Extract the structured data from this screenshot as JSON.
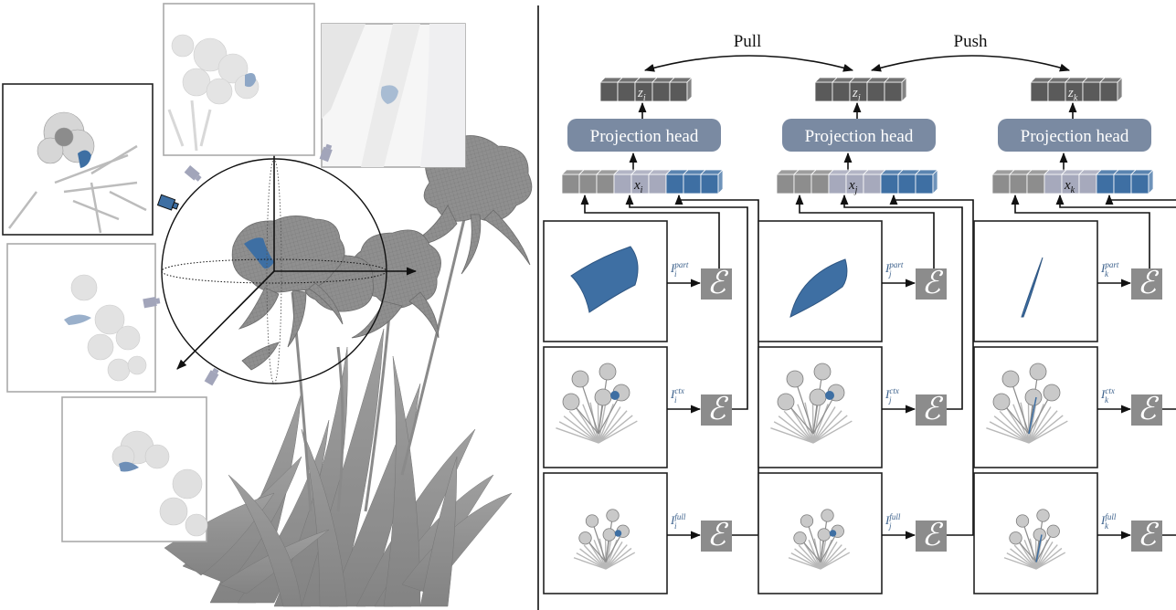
{
  "colors": {
    "blue": "#3e6fa3",
    "gray_cell": "#8d8d8d",
    "lav_cell": "#a6a9bc",
    "dark_cell": "#5a5a5a",
    "proj_head": "#7a8aa2",
    "encoder": "#8c8c8c",
    "label": "#3a5f8a"
  },
  "top": {
    "pull_label": "Pull",
    "push_label": "Push"
  },
  "columns": [
    {
      "id": "i",
      "z_label": "z",
      "z_sub": "i",
      "proj_label": "Projection head",
      "x_label": "x",
      "x_sub": "i",
      "inputs": [
        {
          "I": "I",
          "sub": "i",
          "sup": "part",
          "kind": "part"
        },
        {
          "I": "I",
          "sub": "i",
          "sup": "ctx",
          "kind": "ctx"
        },
        {
          "I": "I",
          "sub": "i",
          "sup": "full",
          "kind": "full"
        }
      ],
      "encoder_glyph": "ℰ"
    },
    {
      "id": "j",
      "z_label": "z",
      "z_sub": "j",
      "proj_label": "Projection head",
      "x_label": "x",
      "x_sub": "j",
      "inputs": [
        {
          "I": "I",
          "sub": "j",
          "sup": "part",
          "kind": "part"
        },
        {
          "I": "I",
          "sub": "j",
          "sup": "ctx",
          "kind": "ctx"
        },
        {
          "I": "I",
          "sub": "j",
          "sup": "full",
          "kind": "full"
        }
      ],
      "encoder_glyph": "ℰ"
    },
    {
      "id": "k",
      "z_label": "z",
      "z_sub": "k",
      "proj_label": "Projection head",
      "x_label": "x",
      "x_sub": "k",
      "inputs": [
        {
          "I": "I",
          "sub": "k",
          "sup": "part",
          "kind": "part"
        },
        {
          "I": "I",
          "sub": "k",
          "sup": "ctx",
          "kind": "ctx"
        },
        {
          "I": "I",
          "sub": "k",
          "sup": "full",
          "kind": "full"
        }
      ],
      "encoder_glyph": "ℰ"
    }
  ],
  "left_panel": {
    "icons": [
      "camera-icon",
      "axis-arrows-icon",
      "bounding-sphere-icon",
      "plant-mesh-icon"
    ]
  }
}
